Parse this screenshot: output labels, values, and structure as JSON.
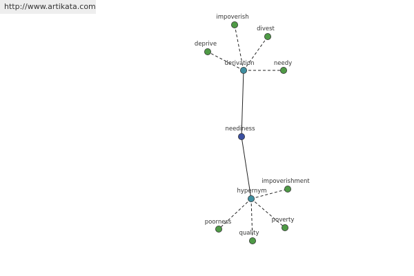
{
  "site": {
    "url_text": "http://www.artikata.com"
  },
  "graph": {
    "colors": {
      "root": "#3b4fa0",
      "relation": "#3f8fa0",
      "word": "#4f9a46"
    },
    "nodes": [
      {
        "id": "neediness",
        "label": "neediness",
        "kind": "root"
      },
      {
        "id": "derivation",
        "label": "derivation",
        "kind": "relation"
      },
      {
        "id": "hypernym",
        "label": "hypernym",
        "kind": "relation"
      },
      {
        "id": "impoverish",
        "label": "impoverish",
        "kind": "word"
      },
      {
        "id": "divest",
        "label": "divest",
        "kind": "word"
      },
      {
        "id": "deprive",
        "label": "deprive",
        "kind": "word"
      },
      {
        "id": "needy",
        "label": "needy",
        "kind": "word"
      },
      {
        "id": "impoverishment",
        "label": "impoverishment",
        "kind": "word"
      },
      {
        "id": "poorness",
        "label": "poorness",
        "kind": "word"
      },
      {
        "id": "quality",
        "label": "quality",
        "kind": "word"
      },
      {
        "id": "poverty",
        "label": "poverty",
        "kind": "word"
      }
    ],
    "edges": [
      {
        "from": "neediness",
        "to": "derivation",
        "style": "solid"
      },
      {
        "from": "neediness",
        "to": "hypernym",
        "style": "solid"
      },
      {
        "from": "derivation",
        "to": "impoverish",
        "style": "dashed"
      },
      {
        "from": "derivation",
        "to": "divest",
        "style": "dashed"
      },
      {
        "from": "derivation",
        "to": "deprive",
        "style": "dashed"
      },
      {
        "from": "derivation",
        "to": "needy",
        "style": "dashed"
      },
      {
        "from": "hypernym",
        "to": "impoverishment",
        "style": "dashed"
      },
      {
        "from": "hypernym",
        "to": "poorness",
        "style": "dashed"
      },
      {
        "from": "hypernym",
        "to": "quality",
        "style": "dashed"
      },
      {
        "from": "hypernym",
        "to": "poverty",
        "style": "dashed"
      }
    ]
  }
}
